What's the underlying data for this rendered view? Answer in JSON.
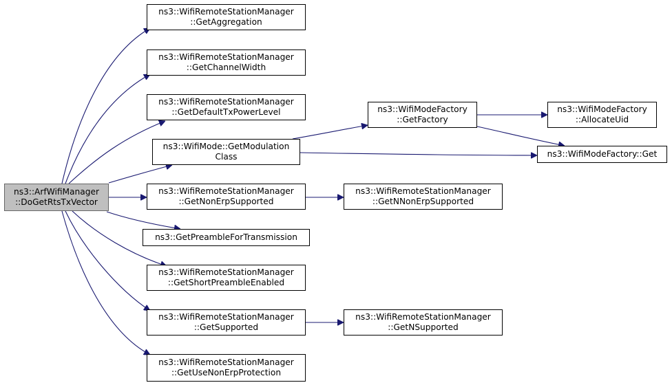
{
  "colors": {
    "edge": "#191970",
    "node_border": "#000000",
    "root_fill": "#bfbfbf",
    "root_border": "#666666",
    "background": "#ffffff"
  },
  "nodes": [
    {
      "id": "n0",
      "lines": [
        "ns3::ArfWifiManager",
        "::DoGetRtsTxVector"
      ],
      "root": true
    },
    {
      "id": "n1",
      "lines": [
        "ns3::WifiRemoteStationManager",
        "::GetAggregation"
      ]
    },
    {
      "id": "n2",
      "lines": [
        "ns3::WifiRemoteStationManager",
        "::GetChannelWidth"
      ]
    },
    {
      "id": "n3",
      "lines": [
        "ns3::WifiRemoteStationManager",
        "::GetDefaultTxPowerLevel"
      ]
    },
    {
      "id": "n4",
      "lines": [
        "ns3::WifiMode::GetModulation",
        "Class"
      ]
    },
    {
      "id": "n5",
      "lines": [
        "ns3::WifiRemoteStationManager",
        "::GetNonErpSupported"
      ]
    },
    {
      "id": "n6",
      "lines": [
        "ns3::GetPreambleForTransmission"
      ]
    },
    {
      "id": "n7",
      "lines": [
        "ns3::WifiRemoteStationManager",
        "::GetShortPreambleEnabled"
      ]
    },
    {
      "id": "n8",
      "lines": [
        "ns3::WifiRemoteStationManager",
        "::GetSupported"
      ]
    },
    {
      "id": "n9",
      "lines": [
        "ns3::WifiRemoteStationManager",
        "::GetUseNonErpProtection"
      ]
    },
    {
      "id": "n10",
      "lines": [
        "ns3::WifiModeFactory",
        "::GetFactory"
      ]
    },
    {
      "id": "n11",
      "lines": [
        "ns3::WifiModeFactory::Get"
      ]
    },
    {
      "id": "n12",
      "lines": [
        "ns3::WifiModeFactory",
        "::AllocateUid"
      ]
    },
    {
      "id": "n13",
      "lines": [
        "ns3::WifiRemoteStationManager",
        "::GetNNonErpSupported"
      ]
    },
    {
      "id": "n14",
      "lines": [
        "ns3::WifiRemoteStationManager",
        "::GetNSupported"
      ]
    }
  ],
  "edges": [
    {
      "from": "n0",
      "to": "n1"
    },
    {
      "from": "n0",
      "to": "n2"
    },
    {
      "from": "n0",
      "to": "n3"
    },
    {
      "from": "n0",
      "to": "n4"
    },
    {
      "from": "n0",
      "to": "n5"
    },
    {
      "from": "n0",
      "to": "n6"
    },
    {
      "from": "n0",
      "to": "n7"
    },
    {
      "from": "n0",
      "to": "n8"
    },
    {
      "from": "n0",
      "to": "n9"
    },
    {
      "from": "n4",
      "to": "n10"
    },
    {
      "from": "n4",
      "to": "n11"
    },
    {
      "from": "n10",
      "to": "n12"
    },
    {
      "from": "n10",
      "to": "n11"
    },
    {
      "from": "n5",
      "to": "n13"
    },
    {
      "from": "n8",
      "to": "n14"
    }
  ]
}
